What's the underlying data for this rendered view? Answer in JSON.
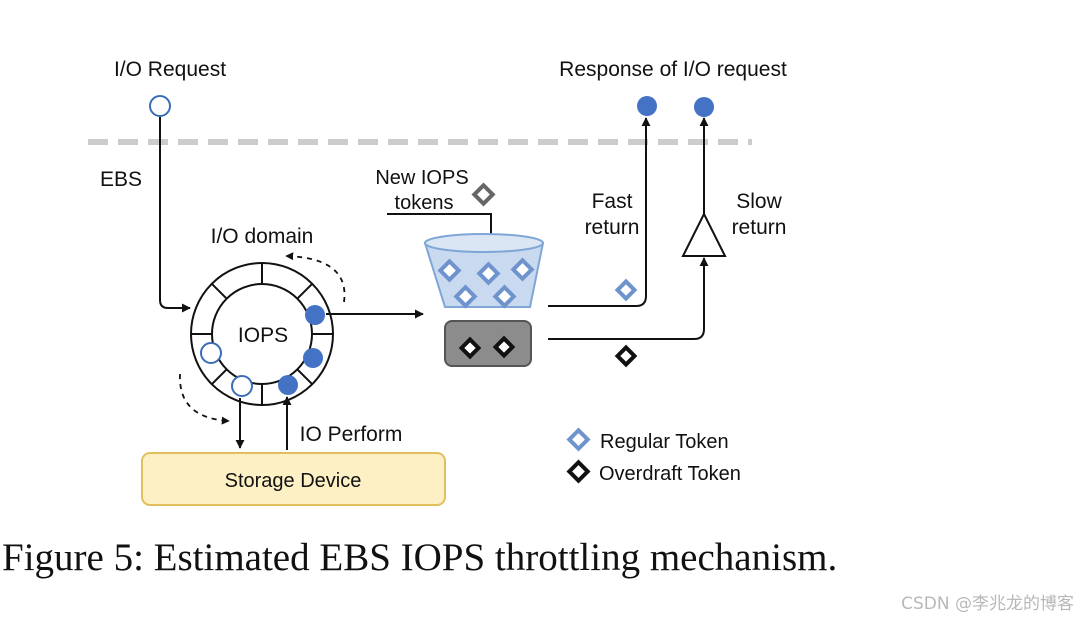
{
  "labels": {
    "io_request": "I/O Request",
    "response": "Response of I/O request",
    "ebs": "EBS",
    "io_domain": "I/O domain",
    "iops": "IOPS",
    "new_iops_line1": "New IOPS",
    "new_iops_line2": "tokens",
    "fast_line1": "Fast",
    "fast_line2": "return",
    "slow_line1": "Slow",
    "slow_line2": "return",
    "io_perform": "IO Perform",
    "storage_device": "Storage Device"
  },
  "legend": {
    "regular": "Regular Token",
    "overdraft": "Overdraft Token"
  },
  "caption": "Figure 5: Estimated EBS IOPS throttling mechanism.",
  "watermark": "CSDN @李兆龙的博客",
  "colors": {
    "filled_dot": "#4472c4",
    "hollow_dot_stroke": "#3a6db5",
    "regular_token": "#6f93cc",
    "overdraft_token": "#111111",
    "new_token": "#666666",
    "bucket_fill": "#c9d9f0",
    "bucket_stroke": "#7fa6d6",
    "overdraft_box_fill": "#8c8c8c",
    "storage_fill": "#fdf0c4",
    "storage_stroke": "#e0bf5c",
    "boundary": "#cccccc"
  }
}
